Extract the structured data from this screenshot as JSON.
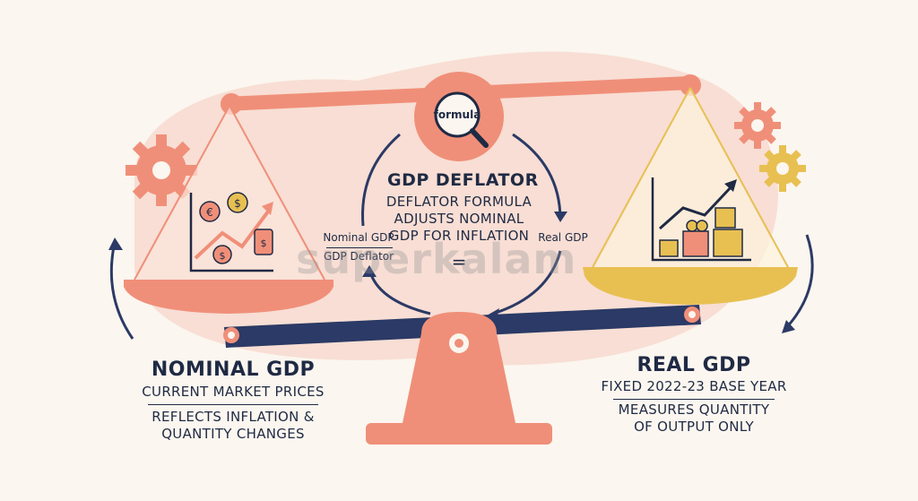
{
  "center": {
    "formula_badge": "formula",
    "title": "GDP DEFLATOR",
    "desc_lines": [
      "DEFLATOR FORMULA",
      "ADJUSTS NOMINAL",
      "GDP FOR INFLATION"
    ],
    "fraction_numerator": "Nominal GDP",
    "fraction_denominator": "GDP Deflator",
    "equals": "=",
    "result": "Real GDP"
  },
  "left": {
    "title": "NOMINAL GDP",
    "line1": "CURRENT MARKET PRICES",
    "line2": "REFLECTS INFLATION &",
    "line3": "QUANTITY CHANGES"
  },
  "right": {
    "title": "REAL GDP",
    "line1": "FIXED 2022-23 BASE YEAR",
    "line2": "MEASURES QUANTITY",
    "line3": "OF OUTPUT ONLY"
  },
  "watermark": "superkalam",
  "colors": {
    "coral": "#f08f79",
    "gold": "#e8c052",
    "navy": "#1f2a44",
    "blush": "#f8ded4"
  }
}
